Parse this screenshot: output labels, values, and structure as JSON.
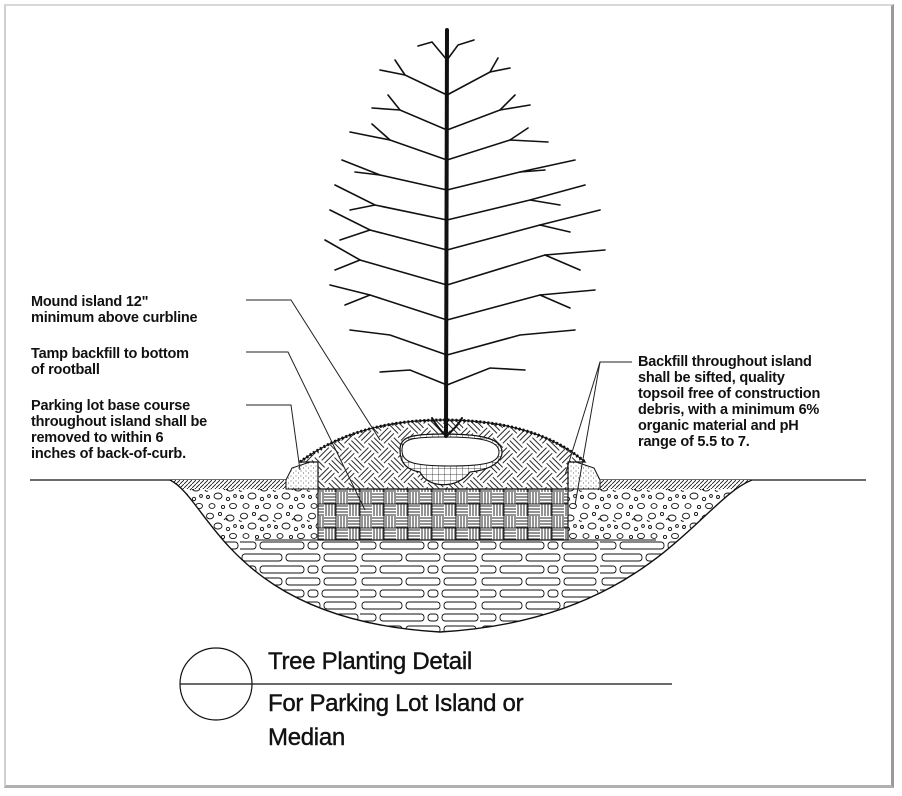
{
  "drawing": {
    "notes": {
      "mound": [
        "Mound island 12\"",
        "minimum above curbline"
      ],
      "tamp": [
        "Tamp backfill to bottom",
        "of rootball"
      ],
      "base_course": [
        "Parking lot base course",
        "throughout island shall be",
        "removed to within 6",
        "inches of back-of-curb."
      ],
      "backfill": [
        "Backfill throughout island",
        "shall be sifted, quality",
        "topsoil free of construction",
        "debris, with a minimum 6%",
        "organic material and pH",
        "range of 5.5 to 7."
      ]
    },
    "title": {
      "main": "Tree Planting Detail",
      "sub_line1": "For Parking Lot Island or",
      "sub_line2": "Median"
    },
    "colors": {
      "ink": "#111111",
      "paper": "#ffffff"
    }
  }
}
